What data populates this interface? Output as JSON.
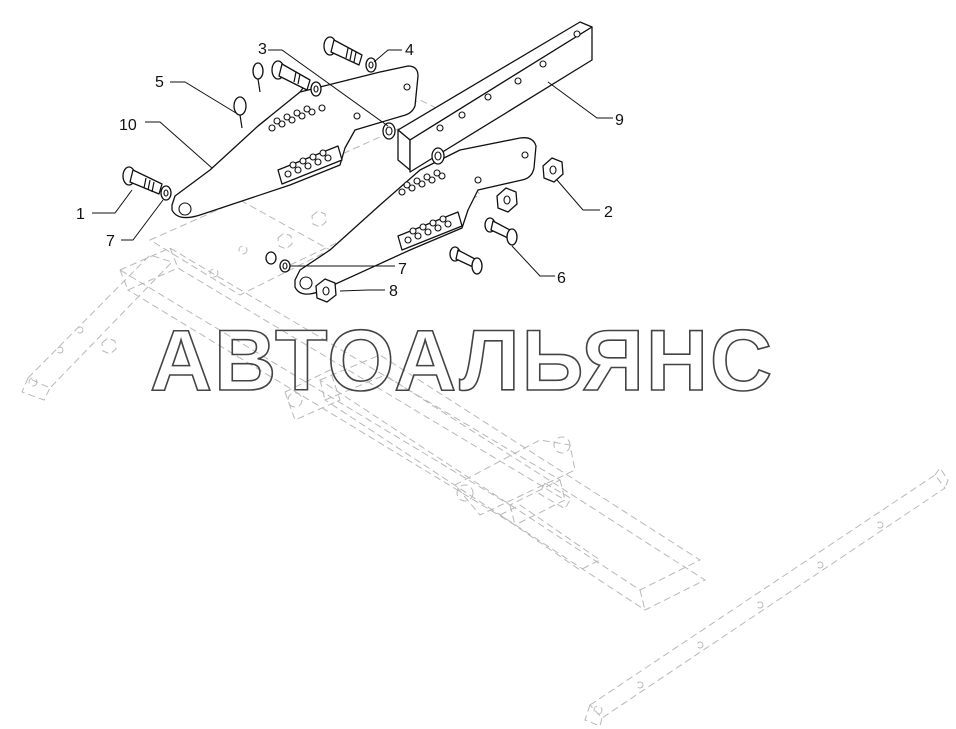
{
  "watermark": "АВТОАЛЬЯНС",
  "callouts": [
    {
      "id": "c1",
      "label": "1"
    },
    {
      "id": "c2",
      "label": "2"
    },
    {
      "id": "c3",
      "label": "3"
    },
    {
      "id": "c4",
      "label": "4"
    },
    {
      "id": "c5",
      "label": "5"
    },
    {
      "id": "c6",
      "label": "6"
    },
    {
      "id": "c7a",
      "label": "7"
    },
    {
      "id": "c7b",
      "label": "7"
    },
    {
      "id": "c8",
      "label": "8"
    },
    {
      "id": "c9",
      "label": "9"
    },
    {
      "id": "c10",
      "label": "10"
    }
  ]
}
